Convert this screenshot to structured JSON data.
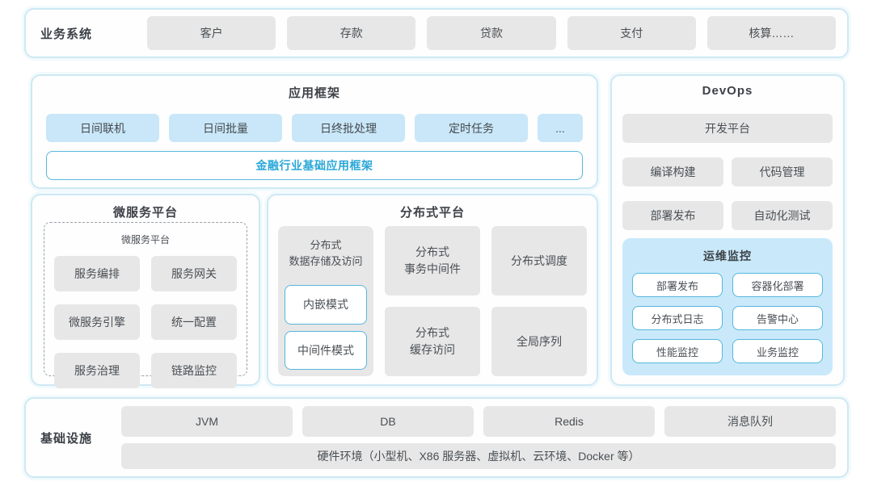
{
  "colors": {
    "panel_border": "#cde9f3",
    "gray_box": "#e7e7e7",
    "blue_box": "#c9e7f8",
    "monitor_bg": "#c9e9fa",
    "outline_border": "#56b7dc",
    "accent_text": "#29a7d8",
    "text": "#4a4f54"
  },
  "business": {
    "label": "业务系统",
    "items": [
      "客户",
      "存款",
      "贷款",
      "支付",
      "核算……"
    ]
  },
  "app_framework": {
    "title": "应用框架",
    "items": [
      "日间联机",
      "日间批量",
      "日终批处理",
      "定时任务",
      "..."
    ],
    "base_framework": "金融行业基础应用框架"
  },
  "microservice": {
    "title": "微服务平台",
    "inner_title": "微服务平台",
    "items": [
      "服务编排",
      "服务网关",
      "微服务引擎",
      "统一配置",
      "服务治理",
      "链路监控"
    ]
  },
  "distributed": {
    "title": "分布式平台",
    "storage": {
      "title": "分布式\n数据存储及访问",
      "modes": [
        "内嵌模式",
        "中间件模式"
      ]
    },
    "middle_items": [
      "分布式\n事务中间件",
      "分布式\n缓存访问"
    ],
    "right_items": [
      "分布式调度",
      "全局序列"
    ]
  },
  "devops": {
    "title": "DevOps",
    "platform": "开发平台",
    "items": [
      "编译构建",
      "代码管理",
      "部署发布",
      "自动化测试"
    ],
    "monitor": {
      "title": "运维监控",
      "items": [
        "部署发布",
        "容器化部署",
        "分布式日志",
        "告警中心",
        "性能监控",
        "业务监控"
      ]
    }
  },
  "infrastructure": {
    "label": "基础设施",
    "items": [
      "JVM",
      "DB",
      "Redis",
      "消息队列"
    ],
    "hardware": "硬件环境（小型机、X86 服务器、虚拟机、云环境、Docker 等）"
  }
}
